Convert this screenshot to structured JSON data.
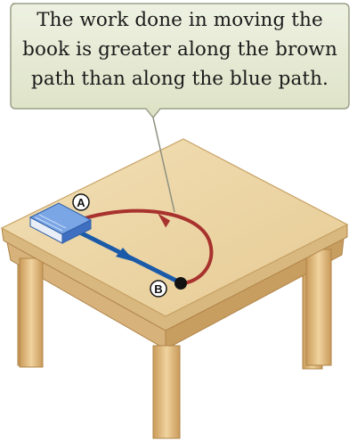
{
  "callout": {
    "lines": [
      "The work done in moving the",
      "book is greater along the brown",
      "path than along the blue path."
    ]
  },
  "points": {
    "a": "A",
    "b": "B"
  },
  "colors": {
    "callout_fill": "#e6ead6",
    "table_top": "#ecd6a6",
    "table_wood": "#d9b57c",
    "brown_path": "#a8322d",
    "blue_path": "#1a5aa8",
    "book": "#6f9be0"
  }
}
